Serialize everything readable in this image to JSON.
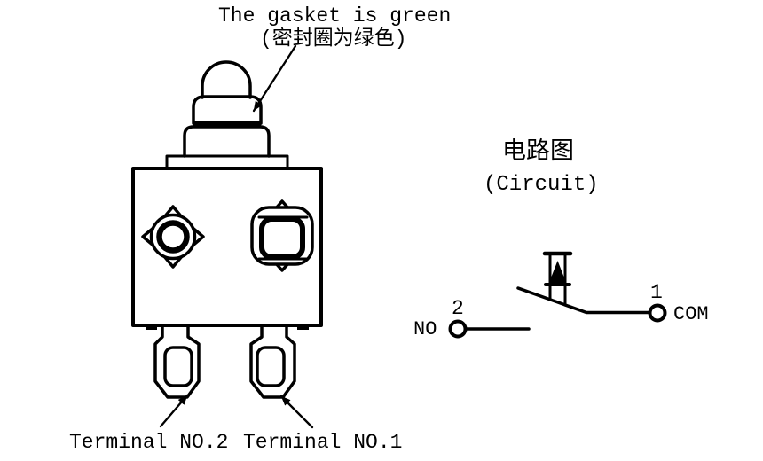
{
  "colors": {
    "ink": "#000000",
    "background": "#ffffff"
  },
  "annotations": {
    "gasket_note_en": "The gasket is green",
    "gasket_note_zh": "(密封圈为绿色)",
    "terminal2_label": "Terminal NO.2",
    "terminal1_label": "Terminal NO.1"
  },
  "circuit": {
    "title_zh": "电路图",
    "title_en": "(Circuit)",
    "no_label": "NO",
    "no_terminal_number": "2",
    "com_label": "COM",
    "com_terminal_number": "1"
  }
}
